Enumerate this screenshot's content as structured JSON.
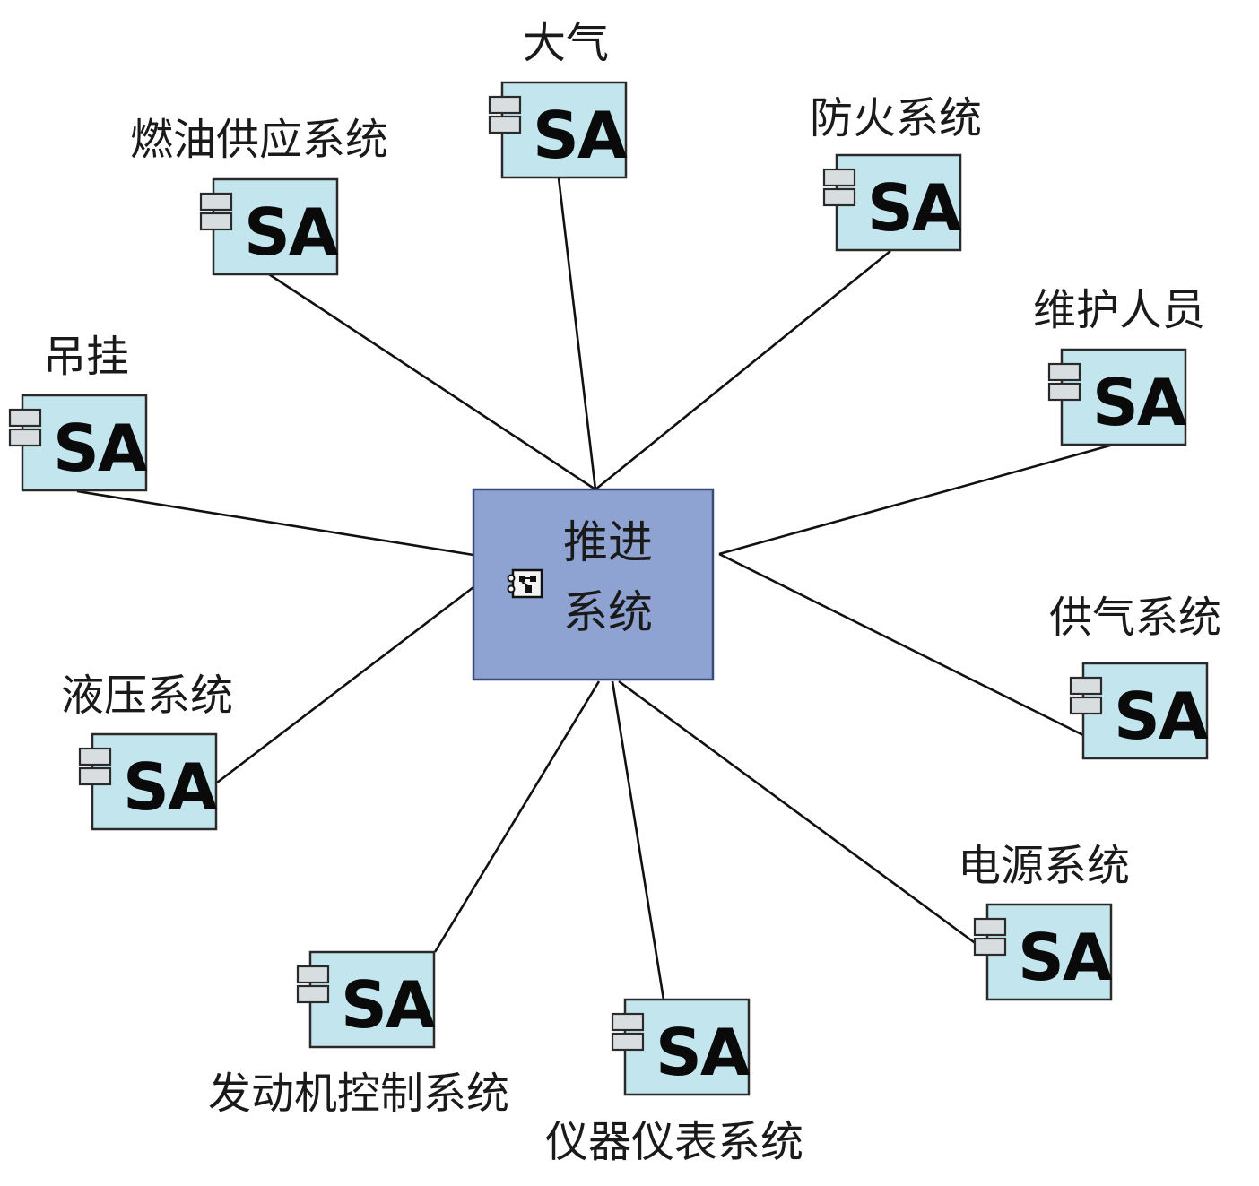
{
  "colors": {
    "sa_fill": "#c3e6ee",
    "center_fill": "#8ea3d2",
    "line": "#111111"
  },
  "center": {
    "line1": "推进",
    "line2": "系统",
    "icon": "component-icon"
  },
  "sa_badge_text": "SA",
  "nodes": [
    {
      "id": "atmosphere",
      "label": "大气"
    },
    {
      "id": "fire-protection",
      "label": "防火系统"
    },
    {
      "id": "fuel-supply",
      "label": "燃油供应系统"
    },
    {
      "id": "maintenance-staff",
      "label": "维护人员"
    },
    {
      "id": "pylon",
      "label": "吊挂"
    },
    {
      "id": "air-supply",
      "label": "供气系统"
    },
    {
      "id": "hydraulic",
      "label": "液压系统"
    },
    {
      "id": "power-supply",
      "label": "电源系统"
    },
    {
      "id": "engine-control",
      "label": "发动机控制系统"
    },
    {
      "id": "instrumentation",
      "label": "仪器仪表系统"
    }
  ]
}
